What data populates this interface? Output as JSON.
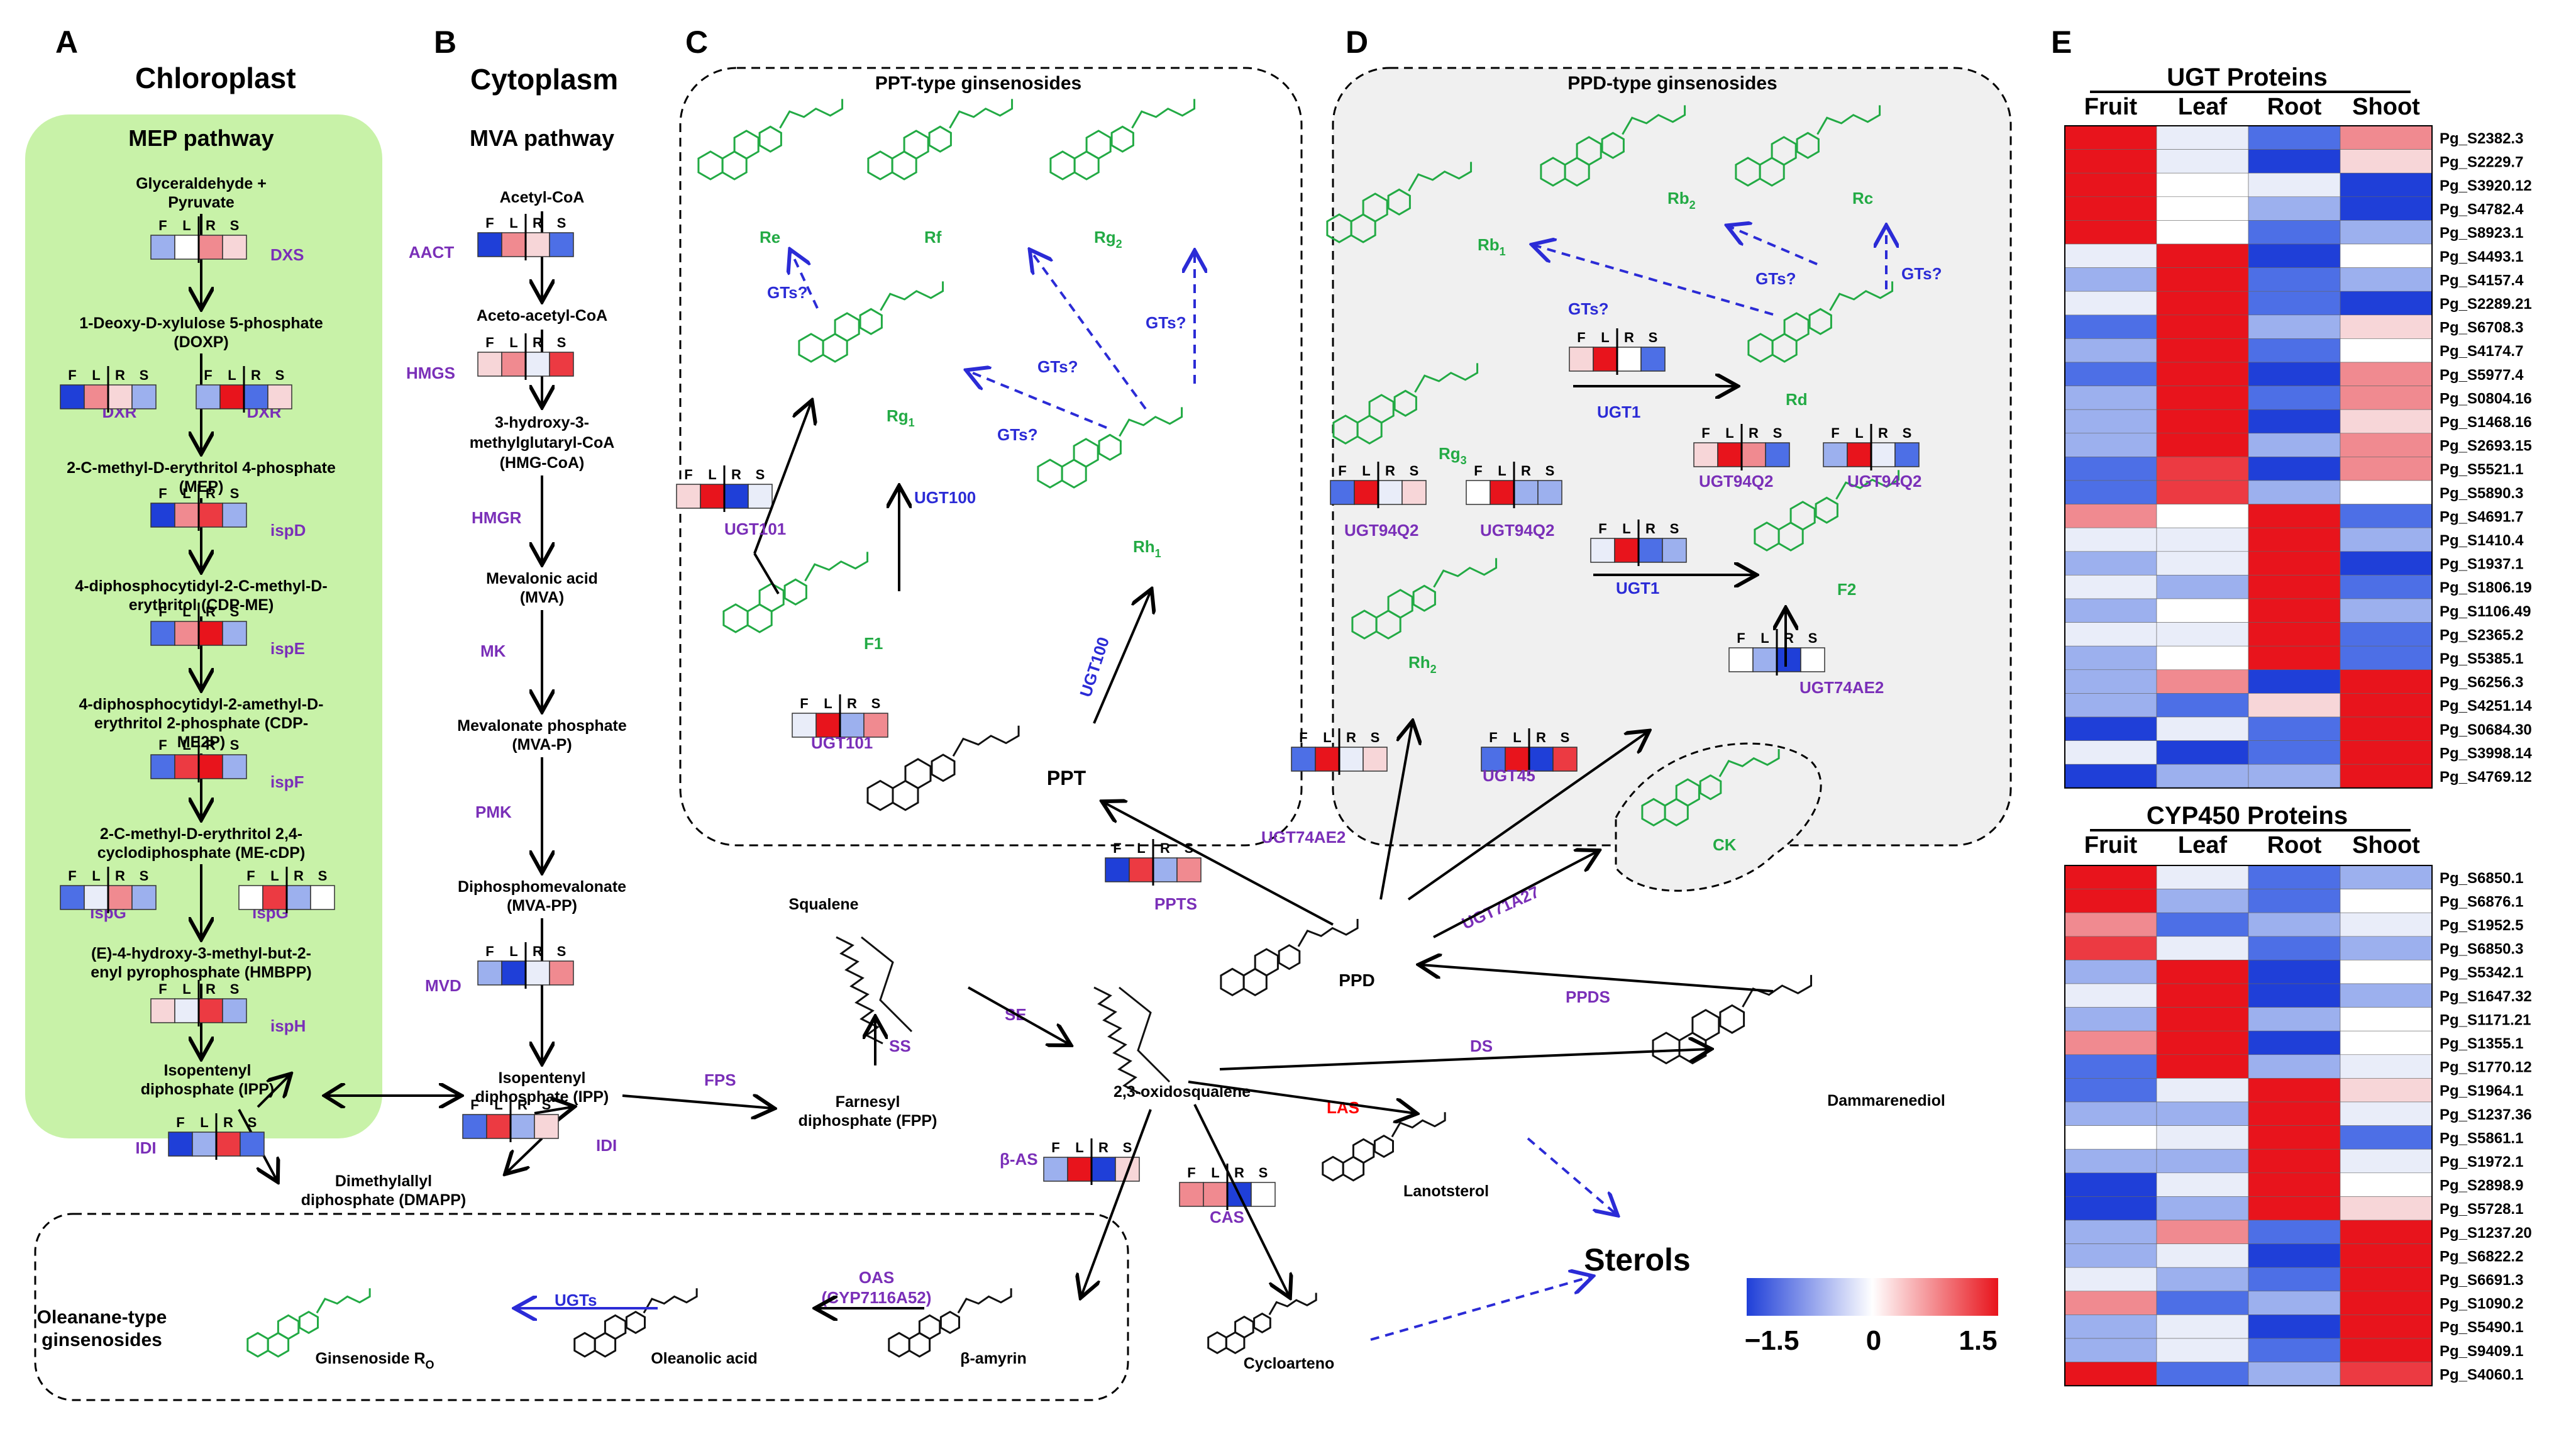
{
  "panels": {
    "A": {
      "letter": "A",
      "title": "Chloroplast",
      "pathway": "MEP pathway"
    },
    "B": {
      "letter": "B",
      "title": "Cytoplasm",
      "pathway": "MVA pathway"
    },
    "C": {
      "letter": "C",
      "box_title": "PPT-type ginsenosides"
    },
    "D": {
      "letter": "D",
      "box_title": "PPD-type ginsenosides"
    },
    "E": {
      "letter": "E"
    }
  },
  "flrs_labels": [
    "F",
    "L",
    "R",
    "S"
  ],
  "mep": {
    "m1": [
      "Glyceraldehyde +",
      "Pyruvate"
    ],
    "m2": [
      "1-Deoxy-D-xylulose 5-phosphate",
      "(DOXP)"
    ],
    "m3": [
      "2-C-methyl-D-erythritol 4-phosphate",
      "(MEP)"
    ],
    "m4": [
      "4-diphosphocytidyl-2-C-methyl-D-",
      "erythritol (CDP-ME)"
    ],
    "m5": [
      "4-diphosphocytidyl-2-amethyl-D-",
      "erythritol 2-phosphate (CDP-",
      "ME2P)"
    ],
    "m6": [
      "2-C-methyl-D-erythritol 2,4-",
      "cyclodiphosphate (ME-cDP)"
    ],
    "m7": [
      "(E)-4-hydroxy-3-methyl-but-2-",
      "enyl pyrophosphate (HMBPP)"
    ],
    "m8": [
      "Isopentenyl",
      "diphosphate (IPP)"
    ],
    "m9": [
      "Dimethylallyl",
      "diphosphate (DMAPP)"
    ],
    "enzymes": {
      "dxs": "DXS",
      "dxr": "DXR",
      "ispd": "ispD",
      "ispe": "ispE",
      "ispf": "ispF",
      "ispg": "ispG",
      "isph": "ispH",
      "idi": "IDI"
    }
  },
  "mva": {
    "m1": "Acetyl-CoA",
    "m2": "Aceto-acetyl-CoA",
    "m3": [
      "3-hydroxy-3-",
      "methylglutaryl-CoA",
      "(HMG-CoA)"
    ],
    "m4": [
      "Mevalonic acid",
      "(MVA)"
    ],
    "m5": [
      "Mevalonate phosphate",
      "(MVA-P)"
    ],
    "m6": [
      "Diphosphomevalonate",
      "(MVA-PP)"
    ],
    "m7": [
      "Isopentenyl",
      "diphosphate (IPP)"
    ],
    "enzymes": {
      "aact": "AACT",
      "hmgs": "HMGS",
      "hmgr": "HMGR",
      "mk": "MK",
      "pmk": "PMK",
      "mvd": "MVD",
      "idi": "IDI"
    }
  },
  "center": {
    "squalene": "Squalene",
    "fpp": [
      "Farnesyl",
      "diphosphate (FPP)"
    ],
    "oxido": "2,3-oxidosqualene",
    "lanost": "Lanotsterol",
    "cycloart": "Cycloarteno",
    "dammar": "Dammarenediol",
    "sterols": "Sterols",
    "bamyrin": "β-amyrin",
    "olean": "Oleanolic acid",
    "ginro": "Ginsenoside R",
    "ginro_sub": "O",
    "oleanane": [
      "Oleanane-type",
      "ginsenosides"
    ],
    "ppt": "PPT",
    "ppd": "PPD",
    "enzymes": {
      "fps": "FPS",
      "ss": "SS",
      "se": "SE",
      "bas": "β-AS",
      "cas": "CAS",
      "las": "LAS",
      "ds": "DS",
      "ppds": "PPDS",
      "ppts": "PPTS",
      "ugt71a27": "UGT71A27",
      "ugt74ae2_low": "UGT74AE2",
      "ugt45": "UGT45",
      "ugts": "UGTs",
      "oas": [
        "OAS",
        "(CYP7116A52)"
      ]
    }
  },
  "ppt_box": {
    "re": "Re",
    "rf": "Rf",
    "rg2": "Rg",
    "rg2_sub": "2",
    "rg1": "Rg",
    "rg1_sub": "1",
    "rh1": "Rh",
    "rh1_sub": "1",
    "f1": "F1",
    "ugt101a": "UGT101",
    "ugt101b": "UGT101",
    "ugt100a": "UGT100",
    "ugt100b": "UGT100",
    "gt": "GTs?"
  },
  "ppd_box": {
    "rb1": "Rb",
    "rb1_sub": "1",
    "rb2": "Rb",
    "rb2_sub": "2",
    "rc": "Rc",
    "rd": "Rd",
    "rg3": "Rg",
    "rg3_sub": "3",
    "rh2": "Rh",
    "rh2_sub": "2",
    "f2": "F2",
    "ck": "CK",
    "ugt1a": "UGT1",
    "ugt1b": "UGT1",
    "ugt94q2a": "UGT94Q2",
    "ugt94q2b": "UGT94Q2",
    "ugt94q2c": "UGT94Q2",
    "ugt94q2d": "UGT94Q2",
    "ugt74ae2": "UGT74AE2",
    "gt": "GTs?"
  },
  "heatmap_ugt": {
    "title": "UGT Proteins",
    "columns": [
      "Fruit",
      "Leaf",
      "Root",
      "Shoot"
    ],
    "genes": [
      "Pg_S2382.3",
      "Pg_S2229.7",
      "Pg_S3920.12",
      "Pg_S4782.4",
      "Pg_S8923.1",
      "Pg_S4493.1",
      "Pg_S4157.4",
      "Pg_S2289.21",
      "Pg_S6708.3",
      "Pg_S4174.7",
      "Pg_S5977.4",
      "Pg_S0804.16",
      "Pg_S1468.16",
      "Pg_S2693.15",
      "Pg_S5521.1",
      "Pg_S5890.3",
      "Pg_S4691.7",
      "Pg_S1410.4",
      "Pg_S1937.1",
      "Pg_S1806.19",
      "Pg_S1106.49",
      "Pg_S2365.2",
      "Pg_S5385.1",
      "Pg_S6256.3",
      "Pg_S4251.14",
      "Pg_S0684.30",
      "Pg_S3998.14",
      "Pg_S4769.12"
    ]
  },
  "heatmap_cyp": {
    "title": "CYP450 Proteins",
    "columns": [
      "Fruit",
      "Leaf",
      "Root",
      "Shoot"
    ],
    "genes": [
      "Pg_S6850.1",
      "Pg_S6876.1",
      "Pg_S1952.5",
      "Pg_S6850.3",
      "Pg_S5342.1",
      "Pg_S1647.32",
      "Pg_S1171.21",
      "Pg_S1355.1",
      "Pg_S1770.12",
      "Pg_S1964.1",
      "Pg_S1237.36",
      "Pg_S5861.1",
      "Pg_S1972.1",
      "Pg_S2898.9",
      "Pg_S5728.1",
      "Pg_S1237.20",
      "Pg_S6822.2",
      "Pg_S6691.3",
      "Pg_S1090.2",
      "Pg_S5490.1",
      "Pg_S9409.1",
      "Pg_S4060.1"
    ]
  },
  "legend": {
    "min": "−1.5",
    "mid": "0",
    "max": "1.5"
  },
  "colors": {
    "red": "#e8141c",
    "blue": "#1f4fe0",
    "green_bg": "#c8f2a8",
    "green_text": "#22aa44",
    "purple": "#7a2fb8"
  }
}
